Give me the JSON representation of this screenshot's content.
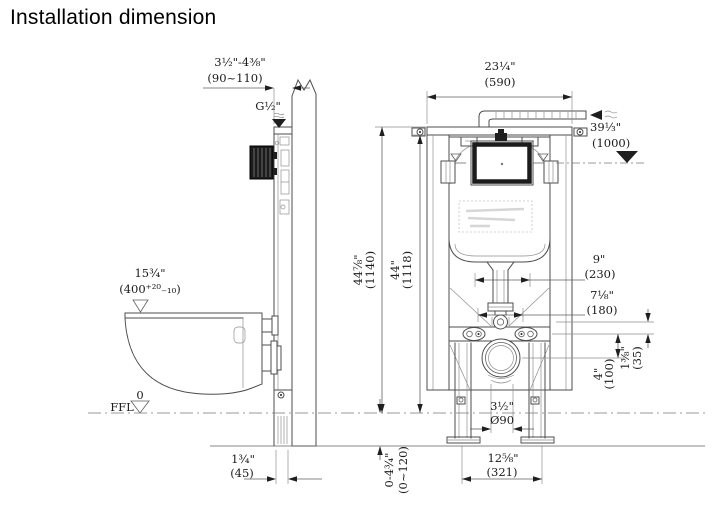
{
  "header": {
    "title": "Installation dimension"
  },
  "colors": {
    "background": "#ffffff",
    "line": "#4d4d4d",
    "dimension_line": "#5f5f5f",
    "text": "#1c1c1c",
    "dark_fill": "#1f1f1f",
    "hatch": "#909090"
  },
  "side_view": {
    "wall_offset": {
      "in": "3½\"-4⅜\"",
      "mm": "(90~110)"
    },
    "inlet_thread": {
      "label": "G½\""
    },
    "rim_height": {
      "in": "15¾\"",
      "mm": "(400⁺²⁰₋₁₀)"
    },
    "floor": {
      "label": "FFL",
      "zero": "0"
    },
    "frame_depth": {
      "in": "1¾\"",
      "mm": "(45)"
    }
  },
  "front_view": {
    "width": {
      "in": "23¼\"",
      "mm": "(590)"
    },
    "hose_height": {
      "in": "39⅓\"",
      "mm": "(1000)"
    },
    "total_height": {
      "in": "44⅞\"",
      "mm": "(1140)"
    },
    "frame_height": {
      "in": "44\"",
      "mm": "(1118)"
    },
    "flush_pipe_span": {
      "in": "9\"",
      "mm": "(230)"
    },
    "inlet_pipe_span": {
      "in": "7⅛\"",
      "mm": "(180)"
    },
    "drain_offset": {
      "in": "4\"",
      "mm": "(100)"
    },
    "slot_offset": {
      "in": "1⅜\"",
      "mm": "(35)"
    },
    "foot_bolt_span": {
      "in": "12⅝\"",
      "mm": "(321)"
    },
    "drain_pipe": {
      "in": "3½\"",
      "mm": "Ø90"
    },
    "leg_adjust": {
      "in": "0-4¾\"",
      "mm": "(0~120)"
    }
  }
}
